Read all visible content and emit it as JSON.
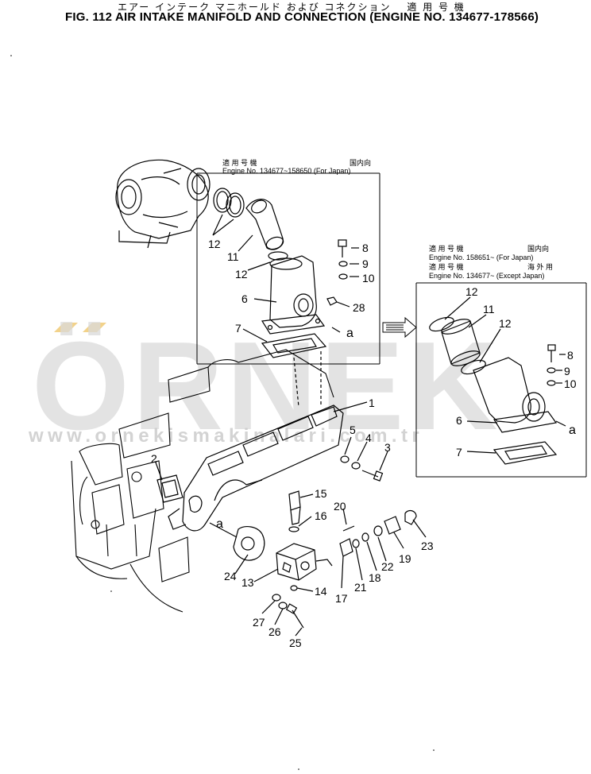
{
  "title_jp": "エアー インテーク マニホールド および コネクション　 適 用 号 機",
  "title_en": "FIG. 112  AIR INTAKE MANIFOLD AND CONNECTION (ENGINE NO. 134677-178566)",
  "watermark": {
    "brand": "ÖRNEK",
    "url": "www.ornekismakinalari.com.tr"
  },
  "inset_top": {
    "applies_jp": "適 用 号 機",
    "region_jp": "国内向",
    "engine_line": "Engine  No. 134677~158650  (For Japan)"
  },
  "inset_right": {
    "applies1_jp": "適 用 号 機",
    "region1_jp": "国内向",
    "engine1": "Engine  No. 158651~  (For Japan)",
    "applies2_jp": "適 用 号 機",
    "region2_jp": "海 外 用",
    "engine2": "Engine  No. 134677~  (Except Japan)"
  },
  "callouts_top": [
    "12",
    "11",
    "12",
    "8",
    "9",
    "10",
    "6",
    "28",
    "7",
    "a"
  ],
  "callouts_right": [
    "12",
    "11",
    "12",
    "8",
    "9",
    "10",
    "6",
    "a",
    "7"
  ],
  "callouts_main": [
    "1",
    "2",
    "3",
    "4",
    "5",
    "13",
    "14",
    "15",
    "16",
    "17",
    "18",
    "19",
    "20",
    "21",
    "22",
    "23",
    "24",
    "25",
    "26",
    "27",
    "a"
  ]
}
